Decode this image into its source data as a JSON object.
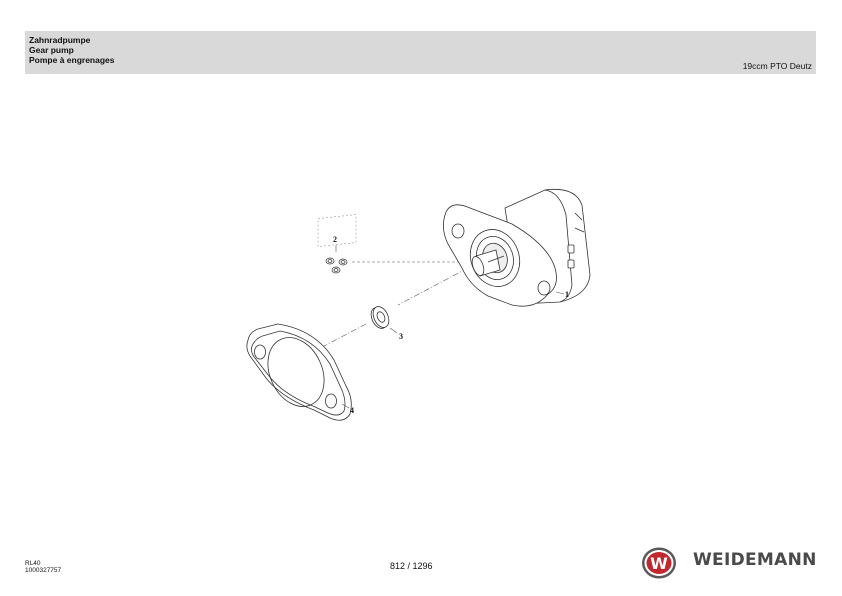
{
  "header": {
    "titles": [
      "Zahnradpumpe",
      "Gear pump",
      "Pompe à engrenages"
    ],
    "subtitle": "19ccm PTO Deutz"
  },
  "drawing": {
    "callouts": [
      "1",
      "2",
      "3",
      "4"
    ],
    "colors": {
      "line": "#333333",
      "leader": "#555555"
    }
  },
  "footer": {
    "model": "RL40",
    "document_number": "1000327757",
    "page": "812 / 1296",
    "brand": "WEIDEMANN",
    "logo_letter": "W",
    "logo_accent": "#c0282d"
  }
}
